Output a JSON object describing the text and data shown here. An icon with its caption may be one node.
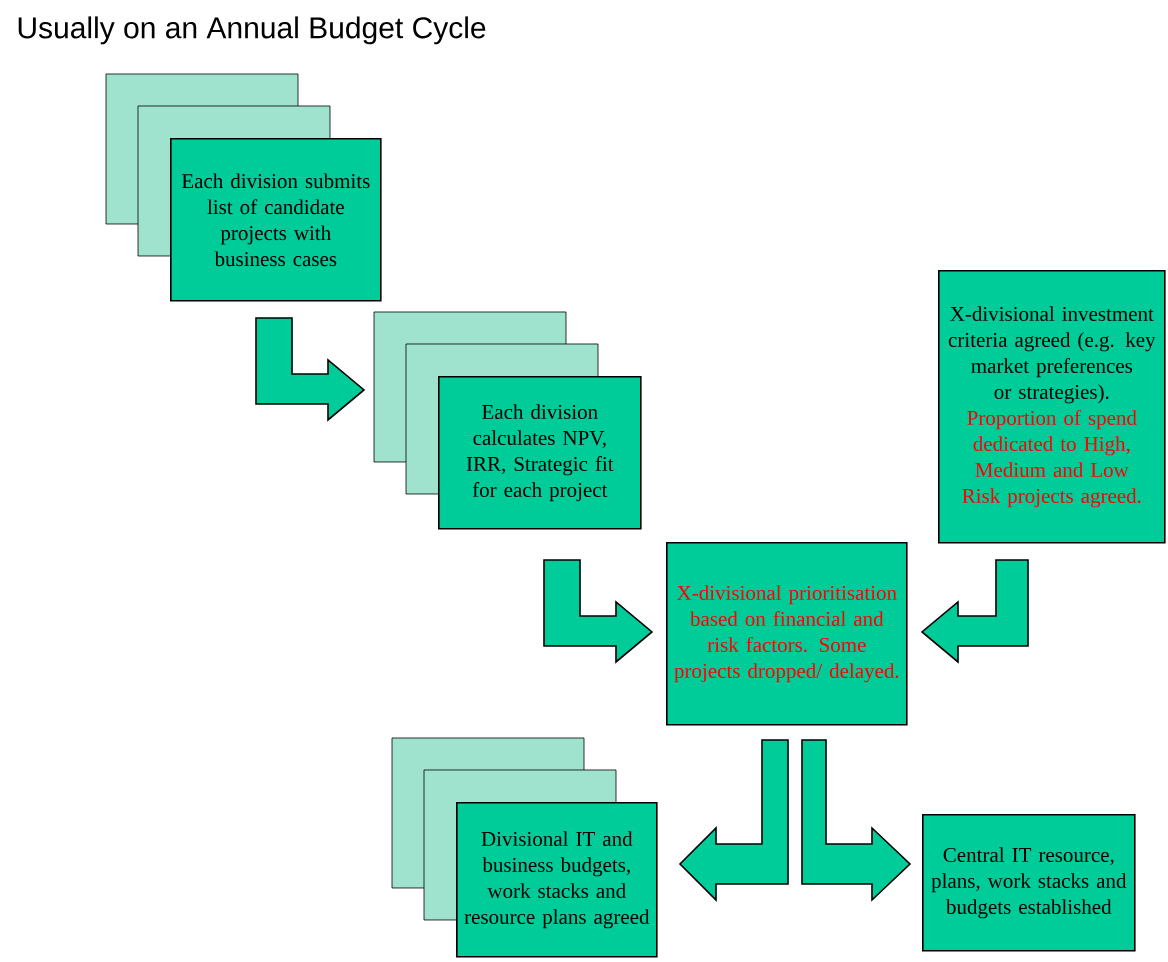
{
  "diagram": {
    "title": "Usually on an Annual Budget Cycle",
    "nodes": [
      {
        "text": [
          "Each division submits list of candidate projects with business cases"
        ]
      },
      {
        "text": [
          "Each division calculates NPV, IRR, Strategic fit for each project"
        ]
      },
      {
        "text": [
          "X-divisional investment criteria agreed (e.g. key market preferences or strategies).",
          "Proportion of spend dedicated to High, Medium and Low Risk projects agreed."
        ]
      },
      {
        "text": [
          "X-divisional prioritisation based on financial and risk factors. Some projects dropped/ delayed."
        ]
      },
      {
        "text": [
          "Divisional IT and business budgets, work stacks and resource plans agreed"
        ]
      },
      {
        "text": [
          "Central IT resource, plans, work stacks and budgets established"
        ]
      }
    ],
    "edges": [
      {
        "from": 0,
        "to": 1,
        "arrow": "to"
      },
      {
        "from": 1,
        "to": 3,
        "arrow": "to"
      },
      {
        "from": 2,
        "to": 3,
        "arrow": "to"
      },
      {
        "from": 3,
        "to": 4,
        "arrow": "to"
      },
      {
        "from": 3,
        "to": 5,
        "arrow": "to"
      }
    ]
  }
}
